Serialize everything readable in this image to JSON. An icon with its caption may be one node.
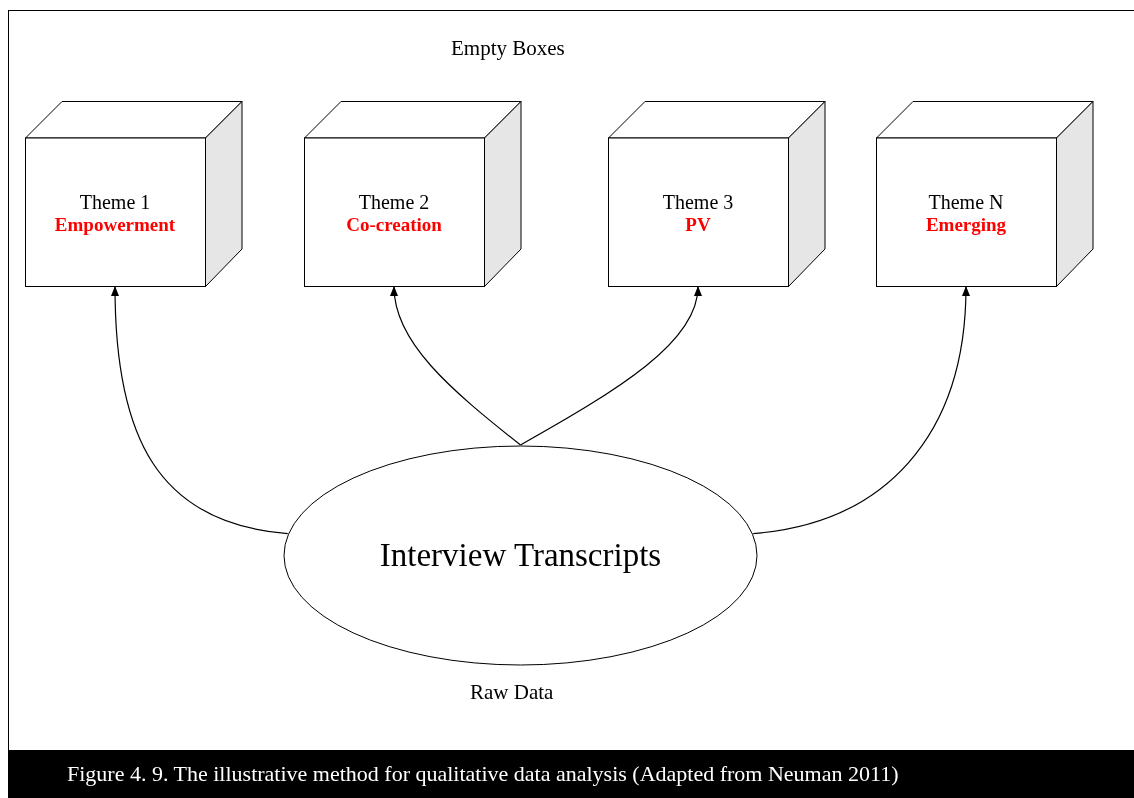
{
  "diagram": {
    "caption": "Figure 4. 9.  The illustrative method for qualitative data analysis (Adapted from Neuman 2011)",
    "nodes": [
      {
        "text": [
          "Theme 1",
          "Empowerment"
        ]
      },
      {
        "text": [
          "Theme 2",
          "Co-creation"
        ]
      },
      {
        "text": [
          "Theme 3",
          "PV"
        ]
      },
      {
        "text": [
          "Theme N",
          "Emerging"
        ]
      },
      {
        "text": [
          "Interview Transcripts"
        ]
      }
    ],
    "edges": [
      {
        "from": 4,
        "to": 0,
        "arrow": "to"
      },
      {
        "from": 4,
        "to": 1,
        "arrow": "to"
      },
      {
        "from": 4,
        "to": 2,
        "arrow": "to"
      },
      {
        "from": 4,
        "to": 3,
        "arrow": "to"
      }
    ],
    "labels": [
      "Empty Boxes",
      "Raw Data"
    ]
  }
}
